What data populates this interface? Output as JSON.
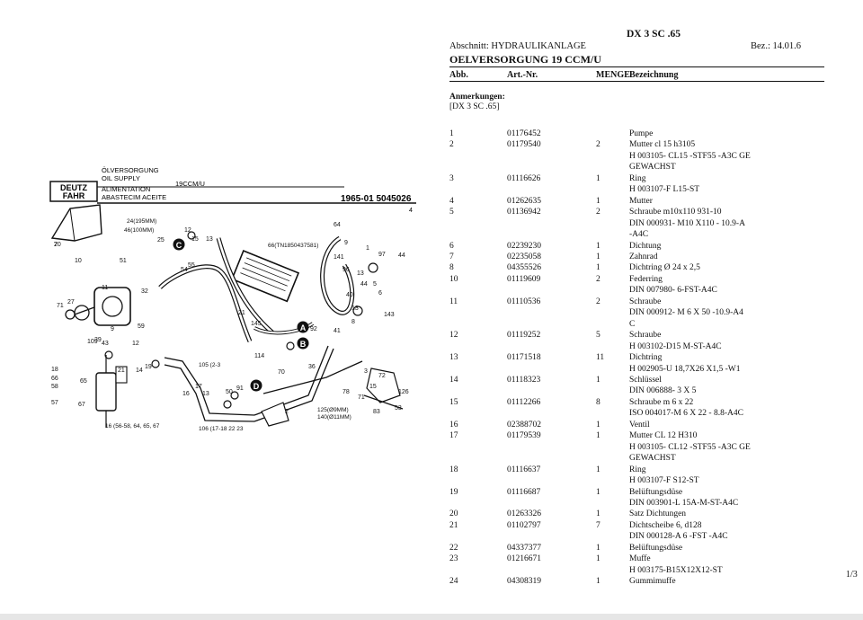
{
  "header": {
    "model": "DX 3 SC .65",
    "section": "Abschnitt: HYDRAULIKANLAGE",
    "bez": "Bez.: 14.01.6",
    "title": "OELVERSORGUNG 19 CCM/U"
  },
  "columns": {
    "abb": "Abb.",
    "art": "Art.-Nr.",
    "menge": "MENGE",
    "bezeichnung": "Bezeichnung"
  },
  "notes": {
    "label": "Anmerkungen:",
    "text": "[DX 3 SC .65]"
  },
  "rows": [
    {
      "abb": "1",
      "art": "01176452",
      "qty": "",
      "desc": "Pumpe"
    },
    {
      "abb": "2",
      "art": "01179540",
      "qty": "2",
      "desc": "Mutter cl 15 h3105\nH 003105- CL15 -STF55 -A3C GE\nGEWACHST"
    },
    {
      "abb": "3",
      "art": "01116626",
      "qty": "1",
      "desc": "Ring\nH 003107-F L15-ST"
    },
    {
      "abb": "4",
      "art": "01262635",
      "qty": "1",
      "desc": "Mutter"
    },
    {
      "abb": "5",
      "art": "01136942",
      "qty": "2",
      "desc": "Schraube m10x110 931-10\nDIN 000931- M10 X110 - 10.9-A\n-A4C"
    },
    {
      "abb": "6",
      "art": "02239230",
      "qty": "1",
      "desc": "Dichtung"
    },
    {
      "abb": "7",
      "art": "02235058",
      "qty": "1",
      "desc": "Zahnrad"
    },
    {
      "abb": "8",
      "art": "04355526",
      "qty": "1",
      "desc": "Dichtring Ø 24 x 2,5"
    },
    {
      "abb": "10",
      "art": "01119609",
      "qty": "2",
      "desc": "Federring\nDIN 007980- 6-FST-A4C"
    },
    {
      "abb": "11",
      "art": "01110536",
      "qty": "2",
      "desc": "Schraube\nDIN 000912- M 6 X 50 -10.9-A4\nC"
    },
    {
      "abb": "12",
      "art": "01119252",
      "qty": "5",
      "desc": "Schraube\nH 003102-D15 M-ST-A4C"
    },
    {
      "abb": "13",
      "art": "01171518",
      "qty": "11",
      "desc": "Dichtring\nH 002905-U 18,7X26 X1,5 -W1"
    },
    {
      "abb": "14",
      "art": "01118323",
      "qty": "1",
      "desc": "Schlüssel\nDIN 006888- 3 X 5"
    },
    {
      "abb": "15",
      "art": "01112266",
      "qty": "8",
      "desc": "Schraube m 6 x 22\nISO 004017-M 6 X 22 - 8.8-A4C"
    },
    {
      "abb": "16",
      "art": "02388702",
      "qty": "1",
      "desc": "Ventil"
    },
    {
      "abb": "17",
      "art": "01179539",
      "qty": "1",
      "desc": "Mutter CL 12 H310\nH 003105- CL12 -STF55 -A3C GE\nGEWACHST"
    },
    {
      "abb": "18",
      "art": "01116637",
      "qty": "1",
      "desc": "Ring\nH 003107-F S12-ST"
    },
    {
      "abb": "19",
      "art": "01116687",
      "qty": "1",
      "desc": "Belüftungsdüse\nDIN 003901-L 15A-M-ST-A4C"
    },
    {
      "abb": "20",
      "art": "01263326",
      "qty": "1",
      "desc": "Satz Dichtungen"
    },
    {
      "abb": "21",
      "art": "01102797",
      "qty": "7",
      "desc": "Dichtscheibe 6, d128\nDIN 000128-A 6 -FST -A4C"
    },
    {
      "abb": "22",
      "art": "04337377",
      "qty": "1",
      "desc": "Belüftungsdüse"
    },
    {
      "abb": "23",
      "art": "01216671",
      "qty": "1",
      "desc": "Muffe\nH 003175-B15X12X12-ST"
    },
    {
      "abb": "24",
      "art": "04308319",
      "qty": "1",
      "desc": "Gummimuffe"
    }
  ],
  "page_number": "1/3",
  "figure": {
    "logo_line1": "DEUTZ",
    "logo_line2": "FAHR",
    "titles": [
      "ÖLVERSORGUNG",
      "OIL SUPPLY",
      "ALIMENTATION",
      "ABASTECIM ACEITE"
    ],
    "ccm": "19CCM/U",
    "drawing_no": "1965-01 5045026",
    "sheet": "4",
    "dims": [
      "24(195MM)",
      "46(100MM)",
      "125(Ø9MM)",
      "140(Ø11MM)",
      "66(TN1850437581)"
    ],
    "refs": [
      "16 (56-58, 64, 65, 67",
      "106 (17-18 22 23",
      "105 (2-3"
    ],
    "callouts": [
      "C",
      "A",
      "B",
      "D"
    ],
    "numbers": [
      "20",
      "12",
      "15",
      "13",
      "10",
      "51",
      "25",
      "27",
      "71",
      "32",
      "59",
      "9",
      "39",
      "43",
      "109",
      "12",
      "11",
      "54",
      "55",
      "21",
      "145",
      "92",
      "41",
      "13",
      "97",
      "44",
      "16",
      "17",
      "13",
      "14",
      "19",
      "18",
      "66",
      "58",
      "57",
      "65",
      "67",
      "21",
      "114",
      "70",
      "36",
      "50",
      "91",
      "2",
      "3",
      "72",
      "15",
      "126",
      "53",
      "83",
      "78",
      "71",
      "143",
      "141",
      "40",
      "44",
      "96",
      "64",
      "9",
      "13",
      "1",
      "5",
      "6",
      "8",
      "7"
    ]
  }
}
